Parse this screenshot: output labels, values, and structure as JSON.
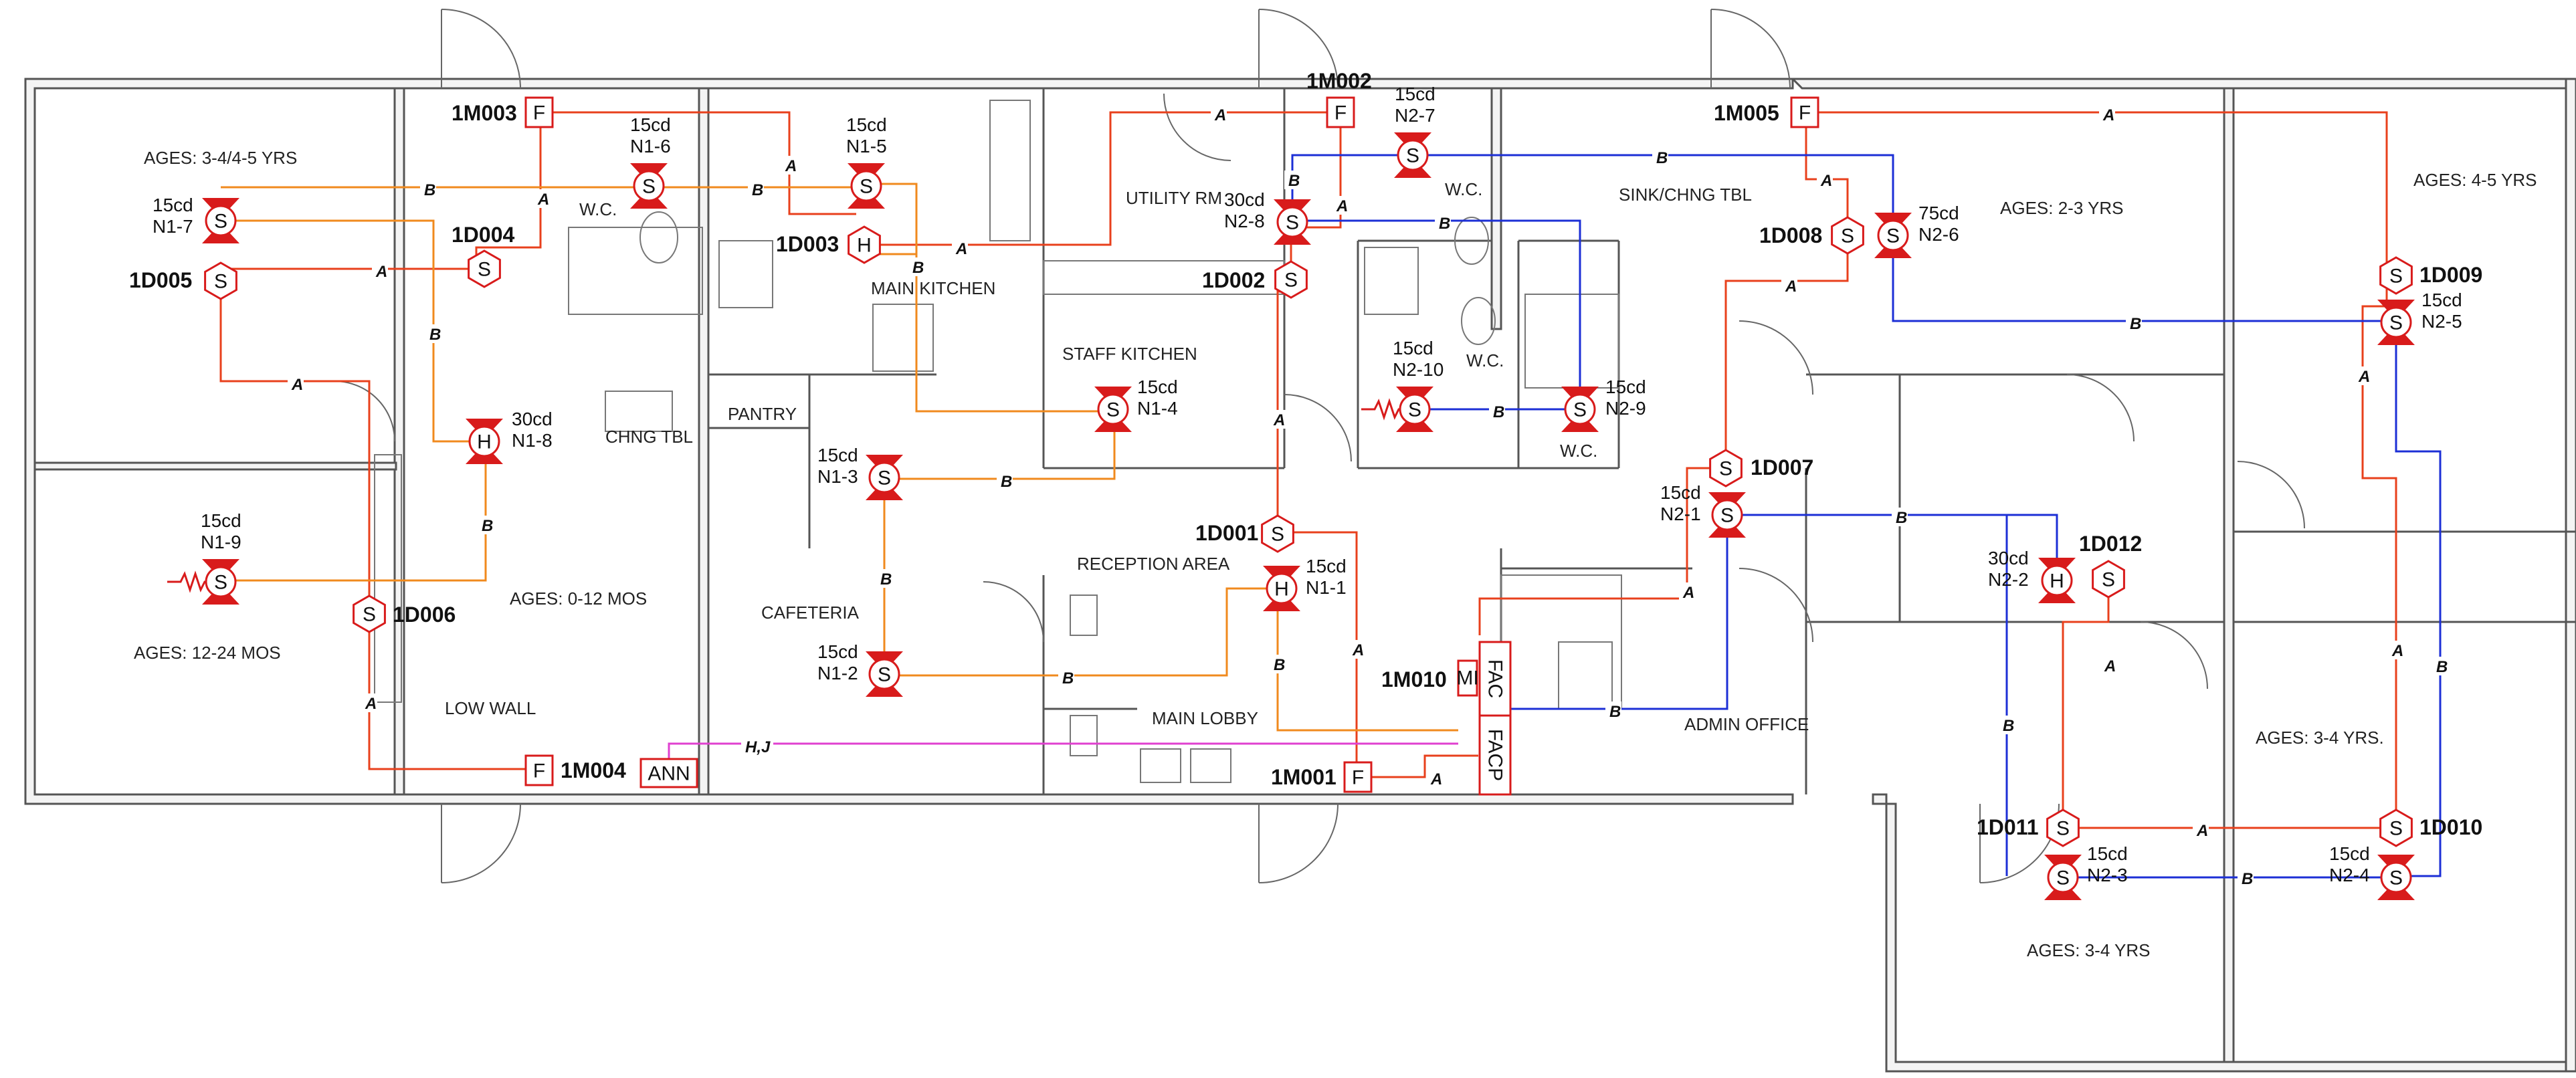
{
  "colors": {
    "circuit_A": "#e8401c",
    "circuit_B_n1": "#f08a1e",
    "circuit_B_n2": "#1c2fd6",
    "circuit_HJ": "#e040d0",
    "device": "#d81b1b"
  },
  "rooms": {
    "ages_345": "AGES: 3-4/4-5 YRS",
    "wc1": "W.C.",
    "chng_tbl": "CHNG TBL",
    "ages_0_12": "AGES: 0-12 MOS",
    "ages_12_24": "AGES: 12-24 MOS",
    "low_wall": "LOW WALL",
    "main_kitchen": "MAIN KITCHEN",
    "pantry": "PANTRY",
    "cafeteria": "CAFETERIA",
    "utility": "UTILITY RM",
    "staff_kitchen": "STAFF KITCHEN",
    "reception": "RECEPTION AREA",
    "main_lobby": "MAIN LOBBY",
    "wc2": "W.C.",
    "wc3": "W.C.",
    "wc4": "W.C.",
    "sink": "SINK/CHNG TBL",
    "admin": "ADMIN OFFICE",
    "ages_23": "AGES: 2-3 YRS",
    "ages_45": "AGES: 4-5 YRS",
    "ages_34a": "AGES: 3-4 YRS.",
    "ages_34b": "AGES: 3-4 YRS"
  },
  "devices": {
    "m003": "1M003",
    "m002": "1M002",
    "m005": "1M005",
    "m004": "1M004",
    "m001": "1M001",
    "m010": "1M010",
    "d004": "1D004",
    "d005": "1D005",
    "d003": "1D003",
    "d002": "1D002",
    "d001": "1D001",
    "d006": "1D006",
    "d008": "1D008",
    "d009": "1D009",
    "d007": "1D007",
    "d012": "1D012",
    "d011": "1D011",
    "d010": "1D010"
  },
  "strobes": {
    "n16": {
      "cd": "15cd",
      "id": "N1-6"
    },
    "n15": {
      "cd": "15cd",
      "id": "N1-5"
    },
    "n17": {
      "cd": "15cd",
      "id": "N1-7"
    },
    "n14": {
      "cd": "15cd",
      "id": "N1-4"
    },
    "n18": {
      "cd": "30cd",
      "id": "N1-8"
    },
    "n19": {
      "cd": "15cd",
      "id": "N1-9"
    },
    "n13": {
      "cd": "15cd",
      "id": "N1-3"
    },
    "n12": {
      "cd": "15cd",
      "id": "N1-2"
    },
    "n11": {
      "cd": "15cd",
      "id": "N1-1"
    },
    "n27": {
      "cd": "15cd",
      "id": "N2-7"
    },
    "n28": {
      "cd": "30cd",
      "id": "N2-8"
    },
    "n210": {
      "cd": "15cd",
      "id": "N2-10"
    },
    "n29": {
      "cd": "15cd",
      "id": "N2-9"
    },
    "n26": {
      "cd": "75cd",
      "id": "N2-6"
    },
    "n25": {
      "cd": "15cd",
      "id": "N2-5"
    },
    "n21": {
      "cd": "15cd",
      "id": "N2-1"
    },
    "n22": {
      "cd": "30cd",
      "id": "N2-2"
    },
    "n23": {
      "cd": "15cd",
      "id": "N2-3"
    },
    "n24": {
      "cd": "15cd",
      "id": "N2-4"
    }
  },
  "symbols": {
    "smoke": "S",
    "heat": "H",
    "pull": "F",
    "annunciator": "ANN",
    "monitor": "MI",
    "fac": "FAC",
    "facp": "FACP"
  },
  "wire_labels": {
    "a": "A",
    "b": "B",
    "hj": "H,J"
  }
}
